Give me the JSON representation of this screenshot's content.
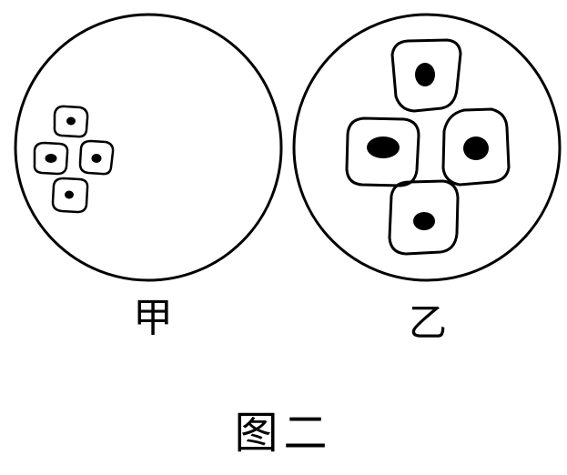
{
  "figure": {
    "panel_left": {
      "label": "甲",
      "cell_count": 4
    },
    "panel_right": {
      "label": "乙",
      "cell_count": 4
    },
    "caption": "图二",
    "stroke_color": "#000000",
    "background_color": "#ffffff"
  }
}
